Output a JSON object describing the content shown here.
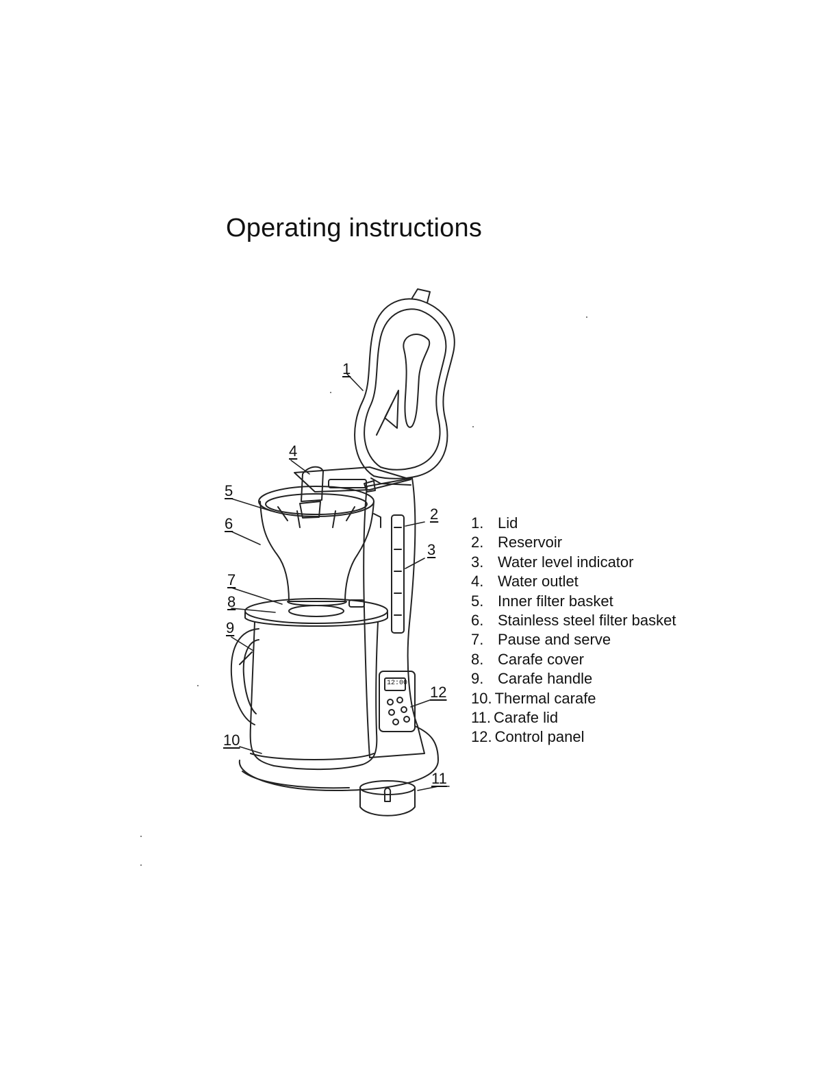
{
  "page": {
    "title": "Operating instructions"
  },
  "diagram": {
    "callouts": [
      "1",
      "2",
      "3",
      "4",
      "5",
      "6",
      "7",
      "8",
      "9",
      "10",
      "11",
      "12"
    ],
    "display_text": "12:00"
  },
  "parts": [
    {
      "num": "1.",
      "label": "Lid"
    },
    {
      "num": "2.",
      "label": "Reservoir"
    },
    {
      "num": "3.",
      "label": "Water level indicator"
    },
    {
      "num": "4.",
      "label": "Water outlet"
    },
    {
      "num": "5.",
      "label": "Inner filter basket"
    },
    {
      "num": "6.",
      "label": "Stainless steel filter basket"
    },
    {
      "num": "7.",
      "label": "Pause and serve"
    },
    {
      "num": "8.",
      "label": "Carafe cover"
    },
    {
      "num": "9.",
      "label": "Carafe handle"
    },
    {
      "num": "10.",
      "label": "Thermal carafe"
    },
    {
      "num": "11.",
      "label": "Carafe lid"
    },
    {
      "num": "12.",
      "label": "Control panel"
    }
  ]
}
